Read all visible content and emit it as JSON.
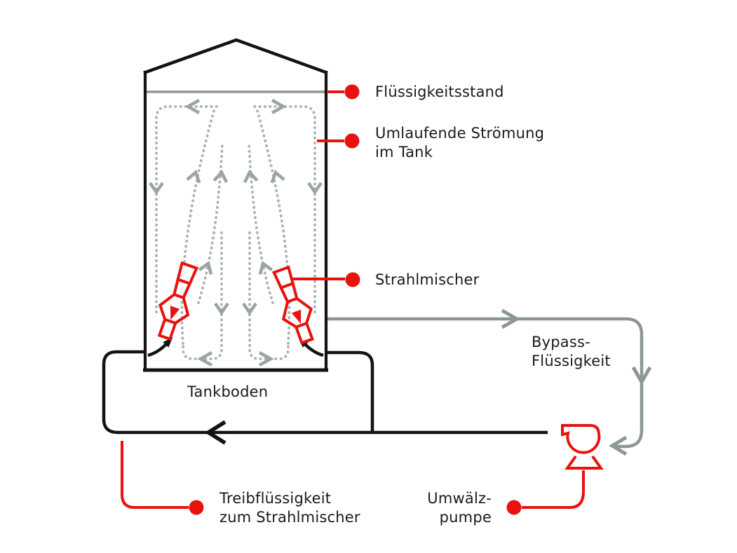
{
  "diagram": {
    "title": "Jet mixer tank circulation schematic",
    "labels": {
      "liquid_level": "Flüssigkeitsstand",
      "circulating_flow_line1": "Umlaufende Strömung",
      "circulating_flow_line2": "im Tank",
      "jet_mixer": "Strahlmischer",
      "tank_bottom": "Tankboden",
      "bypass_line1": "Bypass-",
      "bypass_line2": "Flüssigkeit",
      "motive_liquid_line1": "Treibflüssigkeit",
      "motive_liquid_line2": "zum Strahlmischer",
      "pump_line1": "Umwälz-",
      "pump_line2": "pumpe"
    },
    "icons": {
      "pump": "centrifugal-pump-icon",
      "mixer": "jet-mixer-icon",
      "callout": "callout-dot"
    },
    "colors": {
      "accent_red": "#e8120e",
      "line_black": "#131313",
      "pipe_gray": "#8c9694",
      "flow_dot_gray": "#aab4b0",
      "flow_arrow_gray": "#9aa5a1",
      "text": "#1a1a1a",
      "background": "#ffffff"
    }
  }
}
